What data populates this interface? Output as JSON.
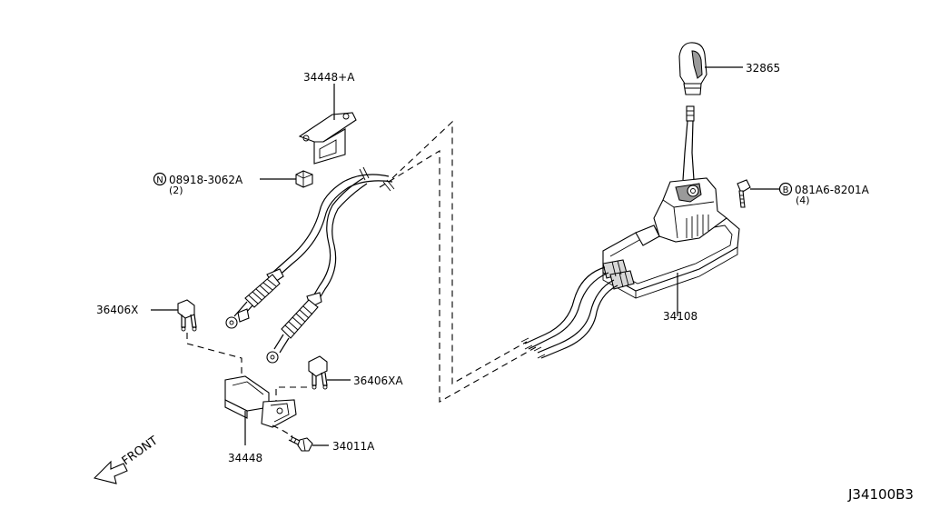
{
  "parts": {
    "knob": "32865",
    "bolt_upper": "081A6-8201A",
    "bolt_upper_qty": "(4)",
    "bolt_upper_prefix": "B",
    "control_device": "34108",
    "bracket_upper": "34448+A",
    "nut": "08918-3062A",
    "nut_qty": "(2)",
    "nut_prefix": "N",
    "clip_left": "36406X",
    "clip_right": "36406XA",
    "bracket_lower": "34448",
    "bolt_lower": "34011A"
  },
  "front_label": "FRONT",
  "diagram_code": "J34100B3"
}
